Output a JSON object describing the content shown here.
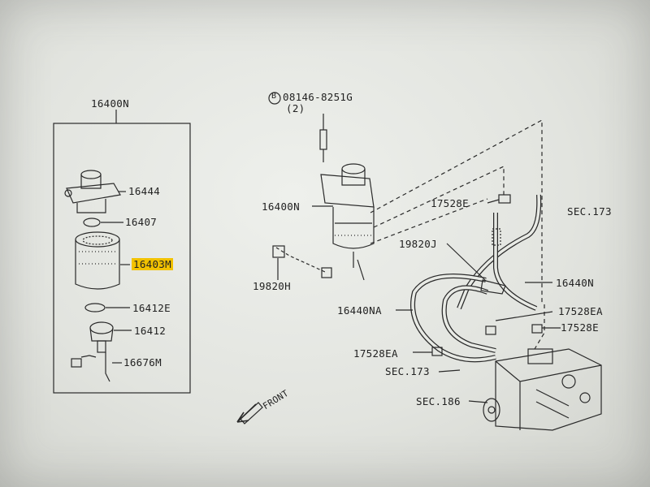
{
  "labels": {
    "group_title": "16400N",
    "p16444": "16444",
    "p16407": "16407",
    "p16403m": "16403M",
    "p16412e": "16412E",
    "p16412": "16412",
    "p16676m": "16676M",
    "bolt": "08146-8251G",
    "bolt_qty": "(2)",
    "p16400n_main": "16400N",
    "p17528e_top": "17528E",
    "sec173_top": "SEC.173",
    "p19820j": "19820J",
    "p19820h": "19820H",
    "p16440n": "16440N",
    "p16440na": "16440NA",
    "p17528ea_r": "17528EA",
    "p17528e_r": "17528E",
    "p17528ea_l": "17528EA",
    "sec173_bot": "SEC.173",
    "sec186": "SEC.186",
    "front": "FRONT",
    "bolt_marker": "B"
  },
  "highlighted_part": "16403M",
  "colors": {
    "highlight": "#f2c200",
    "line": "#2a2a2a"
  }
}
